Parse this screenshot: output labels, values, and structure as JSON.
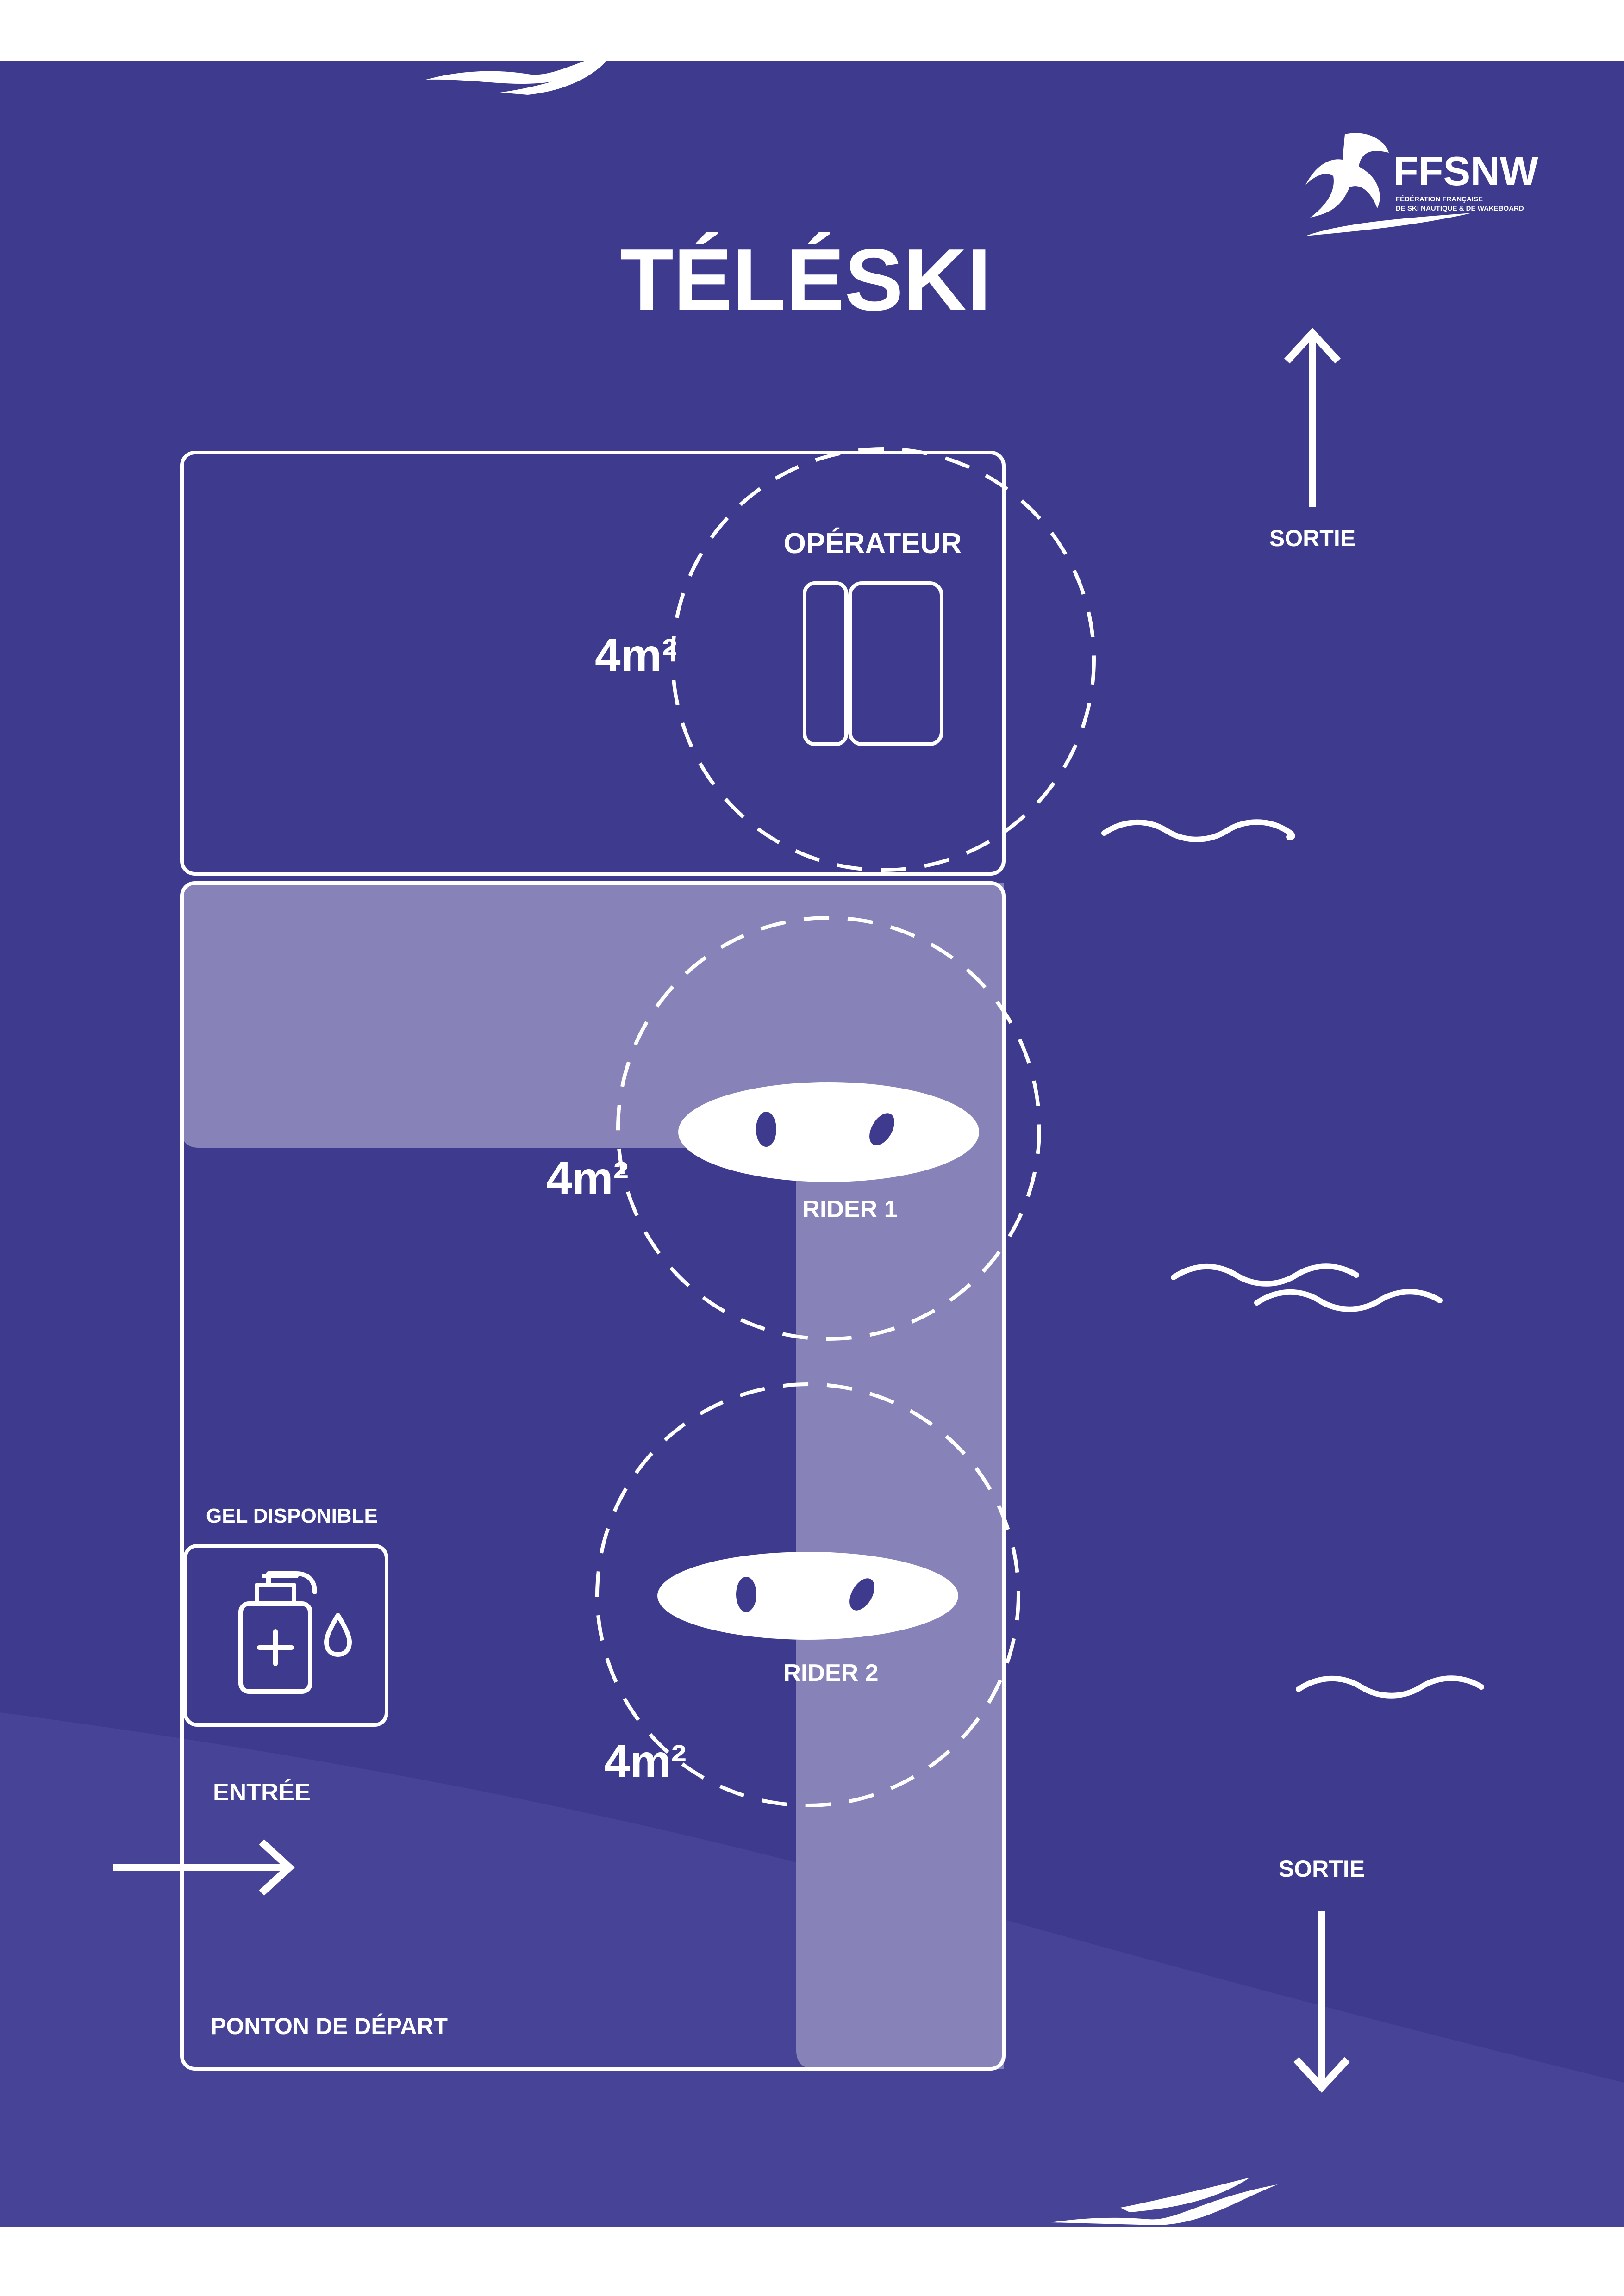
{
  "title": "TÉLÉSKI",
  "logo": {
    "wordmark": "FFSNW",
    "subtitle_line1": "FÉDÉRATION FRANÇAISE",
    "subtitle_line2": "DE SKI NAUTIQUE & DE WAKEBOARD"
  },
  "operator": {
    "label": "OPÉRATEUR",
    "area": "4m²"
  },
  "riders": [
    {
      "label": "RIDER 1",
      "area": "4m²"
    },
    {
      "label": "RIDER 2",
      "area": "4m²"
    }
  ],
  "gel": {
    "label": "GEL DISPONIBLE",
    "icon": "hand-sanitizer-icon"
  },
  "entry": {
    "label": "ENTRÉE"
  },
  "exit_top": {
    "label": "SORTIE"
  },
  "exit_bottom": {
    "label": "SORTIE"
  },
  "dock": {
    "label": "PONTON DE DÉPART"
  },
  "colors": {
    "background": "#3e3b8e",
    "accent": "#8783b8",
    "foreground": "#ffffff"
  }
}
